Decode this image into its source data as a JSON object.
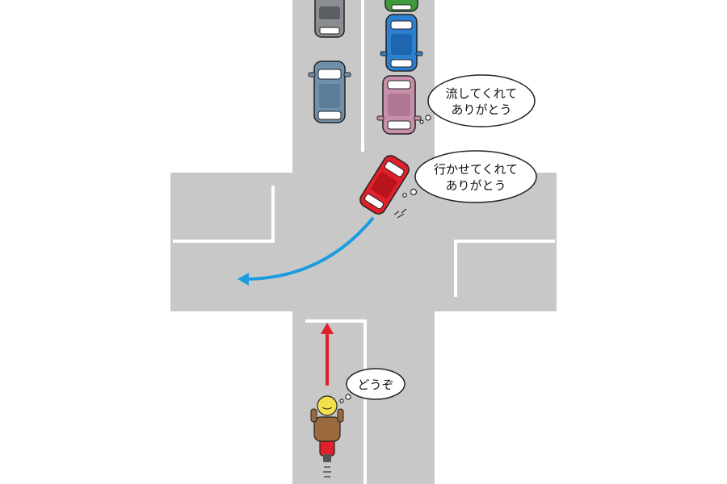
{
  "bubbles": {
    "parked_driver": {
      "line1": "流してくれて",
      "line2": "ありがとう"
    },
    "turning_driver": {
      "line1": "行かせてくれて",
      "line2": "ありがとう"
    },
    "rider": {
      "text": "どうぞ"
    }
  },
  "colors": {
    "road": "#c8c8c8",
    "lane_line": "#ffffff",
    "turning_car": "#e0202a",
    "turn_arrow": "#1a9ce0",
    "motorcycle_arrow": "#e0202a",
    "car_gray": "#8a8d92",
    "car_steel_blue": "#6f90ad",
    "car_green": "#3f9a3a",
    "car_blue": "#2d7fd0",
    "car_pink": "#c790aa",
    "rider_helmet": "#f4e04a",
    "rider_jacket": "#9a6a3c"
  }
}
